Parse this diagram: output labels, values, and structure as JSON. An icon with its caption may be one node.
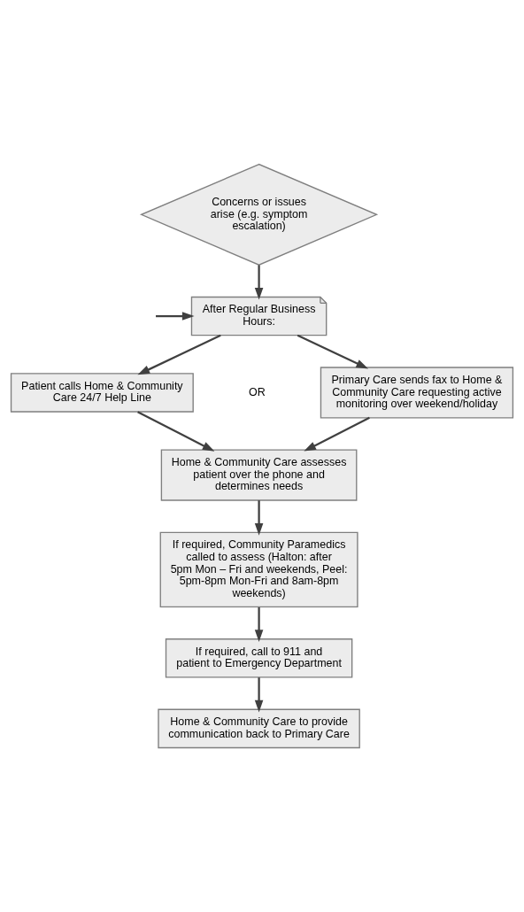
{
  "diagram": {
    "nodes": [
      {
        "text": [
          "Concerns or issues arise (e.g. symptom escalation)"
        ]
      },
      {
        "text": [
          "After Regular Business Hours:"
        ]
      },
      {
        "text": [
          "Patient calls Home & Community Care 24/7 Help Line"
        ]
      },
      {
        "text": [
          "Primary Care sends fax to Home & Community Care requesting active monitoring over weekend/holiday"
        ]
      },
      {
        "text": [
          "Home & Community Care assesses patient over the phone and determines needs"
        ]
      },
      {
        "text": [
          "If required, Community Paramedics called to assess (Halton: after 5pm Mon – Fri and weekends, Peel: 5pm-8pm Mon-Fri and 8am-8pm weekends)"
        ]
      },
      {
        "text": [
          "If required, call to 911 and patient to Emergency Department"
        ]
      },
      {
        "text": [
          "Home & Community Care to provide communication back to Primary Care"
        ]
      }
    ],
    "edges": [
      {
        "from": 0,
        "to": 1,
        "arrow": "to"
      },
      {
        "from": null,
        "to": 1,
        "arrow": "to"
      },
      {
        "from": 1,
        "to": 2,
        "arrow": "to"
      },
      {
        "from": 1,
        "to": 3,
        "arrow": "to"
      },
      {
        "from": 2,
        "to": 4,
        "arrow": "to"
      },
      {
        "from": 3,
        "to": 4,
        "arrow": "to"
      },
      {
        "from": 4,
        "to": 5,
        "arrow": "to"
      },
      {
        "from": 5,
        "to": 6,
        "arrow": "to"
      },
      {
        "from": 6,
        "to": 7,
        "arrow": "to"
      }
    ],
    "labels": [
      "OR"
    ]
  }
}
